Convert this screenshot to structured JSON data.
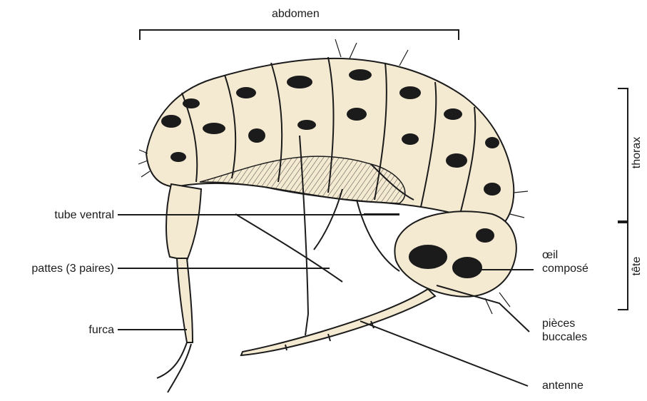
{
  "labels": {
    "abdomen": "abdomen",
    "thorax": "thorax",
    "tete": "tête",
    "tube_ventral": "tube ventral",
    "pattes": "pattes (3 paires)",
    "furca": "furca",
    "oeil_line1": "œil",
    "oeil_line2": "composé",
    "pieces_line1": "pièces",
    "pieces_line2": "buccales",
    "antenne": "antenne"
  },
  "colors": {
    "ink": "#1b1b1b",
    "body_fill": "#f4ead2",
    "pattern": "#1b1b1b",
    "background": "#ffffff"
  }
}
